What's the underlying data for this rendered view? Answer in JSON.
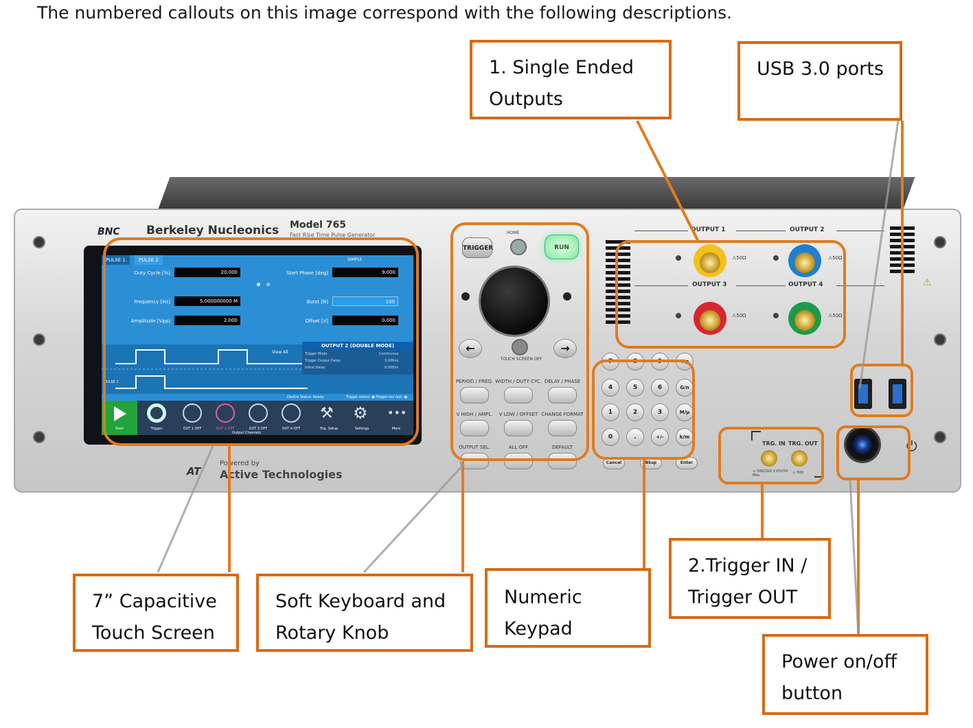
{
  "intro": "The numbered callouts on this image correspond with the following descriptions.",
  "instrument": {
    "brand_logo": "BNC",
    "brand_name": "Berkeley Nucleonics",
    "model": "Model 765",
    "model_subtitle": "Fast Rise Time Pulse Generator",
    "powered_by": "Powered by",
    "partner_logo": "AT",
    "partner_name": "Active Technologies"
  },
  "screen": {
    "tabs": [
      "PULSE 1",
      "PULSE 2"
    ],
    "top_right": "SIMPLE",
    "fields": [
      {
        "label": "Duty Cycle [%]",
        "value": "20.000"
      },
      {
        "label": "Start Phase [deg]",
        "value": "9.000"
      },
      {
        "label": "Frequency [Hz]",
        "value": "5.000000000 M"
      },
      {
        "label": "Burst [N]",
        "value": "100"
      },
      {
        "label": "Amplitude [Vpp]",
        "value": "2.000"
      },
      {
        "label": "Offset [V]",
        "value": "0.000"
      }
    ],
    "panel_title": "OUTPUT 2 (DOUBLE MODE)",
    "panel_rows": [
      {
        "label": "Trigger Mode",
        "value": "Continuous"
      },
      {
        "label": "Trigger Output Delay",
        "value": "3.000ns"
      },
      {
        "label": "Initial Delay",
        "value": "0.000ns"
      }
    ],
    "view_all": "View All",
    "wave_label": "PULSE 1",
    "device_status": "Device Status: Ready",
    "trigger_status": "Trigger status: ● Trigger too fast: ●",
    "buttons": [
      {
        "label": "Start"
      },
      {
        "label": "Trigger"
      },
      {
        "label": "OUT 1 OFF"
      },
      {
        "label": "OUT 2 OFF"
      },
      {
        "label": "OUT 3 OFF"
      },
      {
        "label": "OUT 4 OFF"
      },
      {
        "label": "Trig. Setup"
      },
      {
        "label": "Settings"
      },
      {
        "label": "More"
      }
    ],
    "output_channels": "Output Channels"
  },
  "softkeys": {
    "trigger": "TRIGGER",
    "home": "HOME",
    "run": "RUN",
    "touch_screen_off": "TOUCH SCREEN OFF",
    "left_arrow": "←",
    "right_arrow": "→",
    "rows": [
      [
        "PERIOD / FREQ.",
        "WIDTH / DUTY CYC.",
        "DELAY / PHASE"
      ],
      [
        "V HIGH / AMPL.",
        "V LOW / OFFSET",
        "CHANGE FORMAT"
      ],
      [
        "OUTPUT SEL.",
        "ALL OFF",
        "DEFAULT"
      ]
    ]
  },
  "keypad": {
    "rows": [
      [
        "7",
        "8",
        "9",
        "T/p"
      ],
      [
        "4",
        "5",
        "6",
        "G/n"
      ],
      [
        "1",
        "2",
        "3",
        "M/µ"
      ],
      [
        "0",
        ".",
        "+/-",
        "k/m"
      ]
    ],
    "bottom": [
      "Cancel",
      "Bksp",
      "Enter"
    ]
  },
  "outputs": {
    "labels": [
      "OUTPUT 1",
      "OUTPUT 2",
      "OUTPUT 3",
      "OUTPUT 4"
    ],
    "impedance": "⚠50Ω",
    "ring_colors": [
      "#f2c21a",
      "#1f7fd0",
      "#d8262e",
      "#1c9a4a"
    ]
  },
  "trigger_io": {
    "in_label": "TRG. IN",
    "out_label": "TRG. OUT",
    "in_spec": "⚠ 50Ω/1kΩ ±15V/5V Max",
    "out_spec": "⚠ 50Ω"
  },
  "power_symbol": "⏻",
  "callouts": {
    "single_ended": [
      "1. Single Ended",
      "Outputs"
    ],
    "usb": [
      "USB 3.0 ports"
    ],
    "touch_screen": [
      "7” Capacitive",
      "Touch Screen"
    ],
    "soft_keyboard": [
      "Soft Keyboard and",
      "Rotary Knob"
    ],
    "numeric_keypad": [
      "Numeric",
      "Keypad"
    ],
    "trigger": [
      "2.Trigger IN /",
      "Trigger OUT"
    ],
    "power": [
      "Power on/off",
      "button"
    ]
  },
  "colors": {
    "callout_border": "#d96a12",
    "leader_line": "#e07b1f"
  }
}
